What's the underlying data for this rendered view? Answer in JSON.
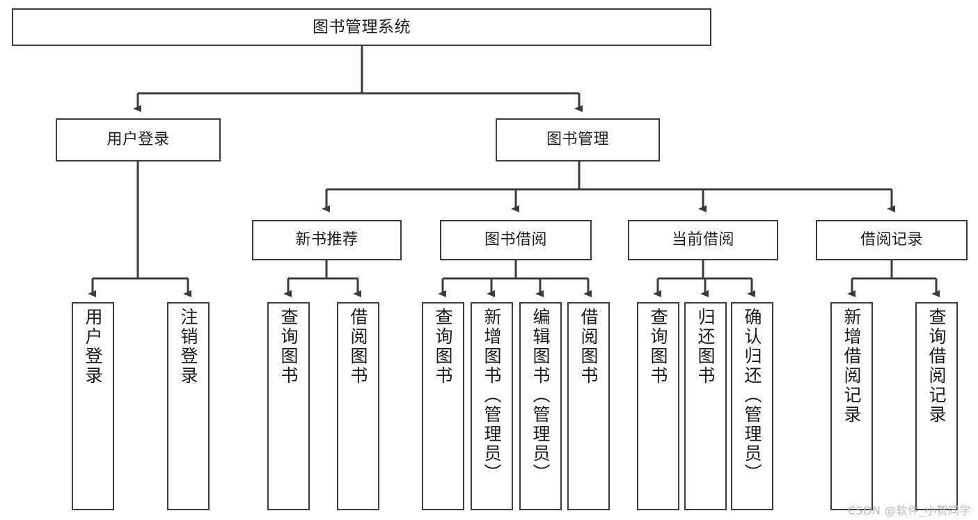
{
  "diagram": {
    "title": "图书管理系统",
    "type": "tree-hierarchy-chart",
    "root": {
      "id": "root",
      "label": "图书管理系统"
    },
    "level2": [
      {
        "id": "user-login",
        "label": "用户登录"
      },
      {
        "id": "book-management",
        "label": "图书管理"
      }
    ],
    "level3": [
      {
        "id": "new-book-recommend",
        "label": "新书推荐"
      },
      {
        "id": "book-borrow",
        "label": "图书借阅"
      },
      {
        "id": "current-borrow",
        "label": "当前借阅"
      },
      {
        "id": "borrow-record",
        "label": "借阅记录"
      }
    ],
    "leaves": {
      "user_login": [
        {
          "id": "leaf-user-login",
          "label": "用户登录"
        },
        {
          "id": "leaf-logout-login",
          "label": "注销登录"
        }
      ],
      "new_book_recommend": [
        {
          "id": "leaf-query-book-1",
          "label": "查询图书"
        },
        {
          "id": "leaf-borrow-book-1",
          "label": "借阅图书"
        }
      ],
      "book_borrow": [
        {
          "id": "leaf-query-book-2",
          "label": "查询图书"
        },
        {
          "id": "leaf-add-book",
          "label": "新增图书（管理员）"
        },
        {
          "id": "leaf-edit-book",
          "label": "编辑图书（管理员）"
        },
        {
          "id": "leaf-borrow-book-2",
          "label": "借阅图书"
        }
      ],
      "current_borrow": [
        {
          "id": "leaf-query-book-3",
          "label": "查询图书"
        },
        {
          "id": "leaf-return-book",
          "label": "归还图书"
        },
        {
          "id": "leaf-confirm-return",
          "label": "确认归还（管理员）"
        }
      ],
      "borrow_record": [
        {
          "id": "leaf-add-borrow-record",
          "label": "新增借阅记录"
        },
        {
          "id": "leaf-query-borrow-record",
          "label": "查询借阅记录"
        }
      ]
    },
    "watermark": "CSDN @软件_小贺同学",
    "colors": {
      "box_border": "#3b3b3b",
      "box_fill": "#ffffff",
      "edge": "#3b3b3b",
      "text": "#1a1a1a",
      "watermark": "#b9b9b9"
    }
  }
}
